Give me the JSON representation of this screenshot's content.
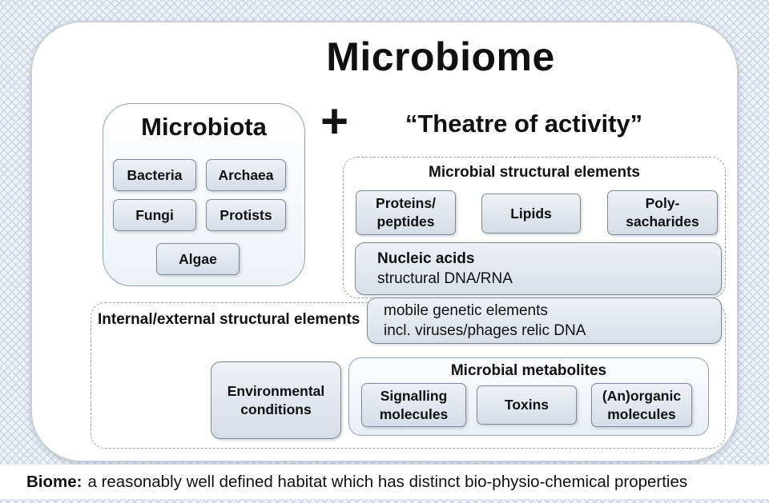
{
  "title": "Microbiome",
  "plus": "+",
  "theatre_title": "“Theatre of activity”",
  "microbiota": {
    "title": "Microbiota",
    "items": [
      "Bacteria",
      "Archaea",
      "Fungi",
      "Protists",
      "Algae"
    ]
  },
  "structural": {
    "title": "Microbial structural elements",
    "proteins": {
      "l1": "Proteins/",
      "l2": "peptides"
    },
    "lipids": "Lipids",
    "poly": {
      "l1": "Poly-",
      "l2": "sacharides"
    },
    "nucleic": {
      "bold": "Nucleic acids",
      "rest": "structural DNA/RNA"
    },
    "mobile": {
      "l1": "mobile genetic elements",
      "l2": "incl. viruses/phages relic DNA"
    }
  },
  "internal_external": {
    "title": "Internal/external structural elements",
    "environmental": {
      "l1": "Environmental",
      "l2": "conditions"
    }
  },
  "metabolites": {
    "title": "Microbial metabolites",
    "signalling": {
      "l1": "Signalling",
      "l2": "molecules"
    },
    "toxins": "Toxins",
    "anorganic": {
      "l1": "(An)organic",
      "l2": "molecules"
    }
  },
  "footer": {
    "term": "Biome:",
    "definition": "a reasonably well defined habitat which has distinct bio-physio-chemical properties"
  }
}
